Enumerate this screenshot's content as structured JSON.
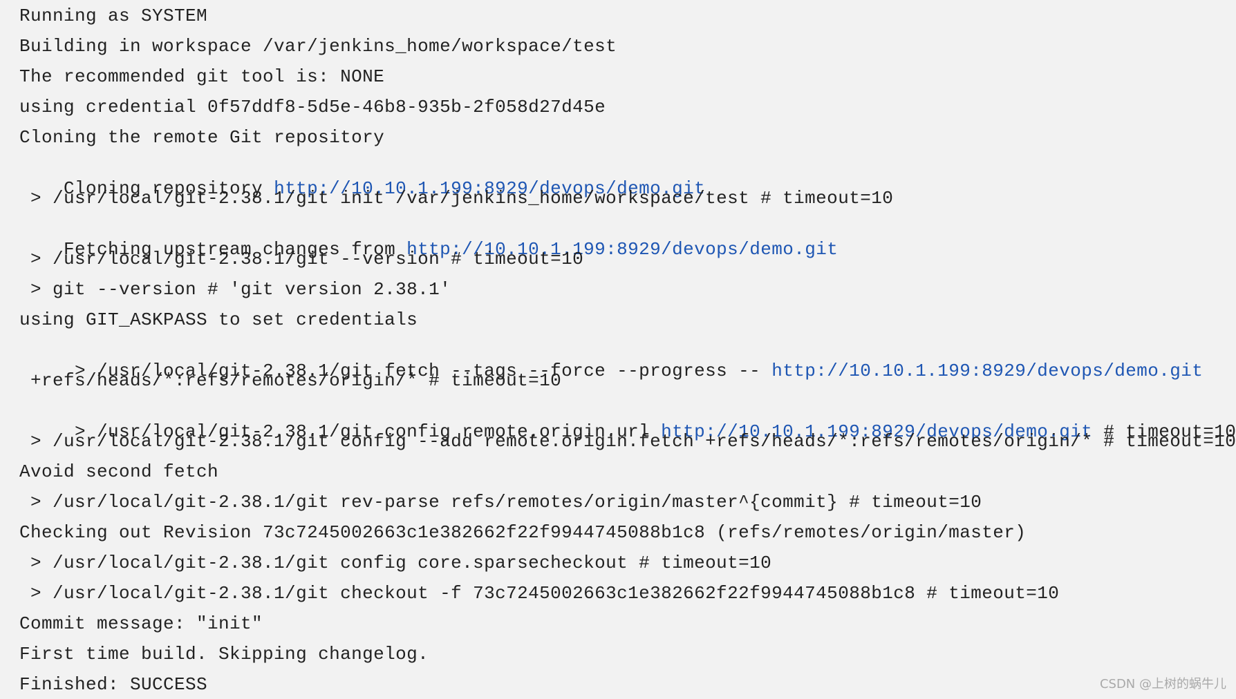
{
  "console": {
    "line01": "Running as SYSTEM",
    "line02": "Building in workspace /var/jenkins_home/workspace/test",
    "line03": "The recommended git tool is: NONE",
    "line04": "using credential 0f57ddf8-5d5e-46b8-935b-2f058d27d45e",
    "line05": "Cloning the remote Git repository",
    "line06": {
      "prefix": "Cloning repository ",
      "link": "http://10.10.1.199:8929/devops/demo.git"
    },
    "line07": " > /usr/local/git-2.38.1/git init /var/jenkins_home/workspace/test # timeout=10",
    "line08": {
      "prefix": "Fetching upstream changes from ",
      "link": "http://10.10.1.199:8929/devops/demo.git"
    },
    "line09": " > /usr/local/git-2.38.1/git --version # timeout=10",
    "line10": " > git --version # 'git version 2.38.1'",
    "line11": "using GIT_ASKPASS to set credentials",
    "line12": {
      "prefix": " > /usr/local/git-2.38.1/git fetch --tags --force --progress -- ",
      "link": "http://10.10.1.199:8929/devops/demo.git"
    },
    "line13": " +refs/heads/*:refs/remotes/origin/* # timeout=10",
    "line14": {
      "prefix": " > /usr/local/git-2.38.1/git config remote.origin.url ",
      "link": "http://10.10.1.199:8929/devops/demo.git",
      "suffix": " # timeout=10"
    },
    "line15": " > /usr/local/git-2.38.1/git config --add remote.origin.fetch +refs/heads/*:refs/remotes/origin/* # timeout=10",
    "line16": "Avoid second fetch",
    "line17": " > /usr/local/git-2.38.1/git rev-parse refs/remotes/origin/master^{commit} # timeout=10",
    "line18": "Checking out Revision 73c7245002663c1e382662f22f9944745088b1c8 (refs/remotes/origin/master)",
    "line19": " > /usr/local/git-2.38.1/git config core.sparsecheckout # timeout=10",
    "line20": " > /usr/local/git-2.38.1/git checkout -f 73c7245002663c1e382662f22f9944745088b1c8 # timeout=10",
    "line21": "Commit message: \"init\"",
    "line22": "First time build. Skipping changelog.",
    "line23": "Finished: SUCCESS"
  },
  "watermark": "CSDN @上树的蜗牛儿",
  "colors": {
    "background": "#f2f2f2",
    "text": "#222222",
    "link": "#1e56b3"
  }
}
